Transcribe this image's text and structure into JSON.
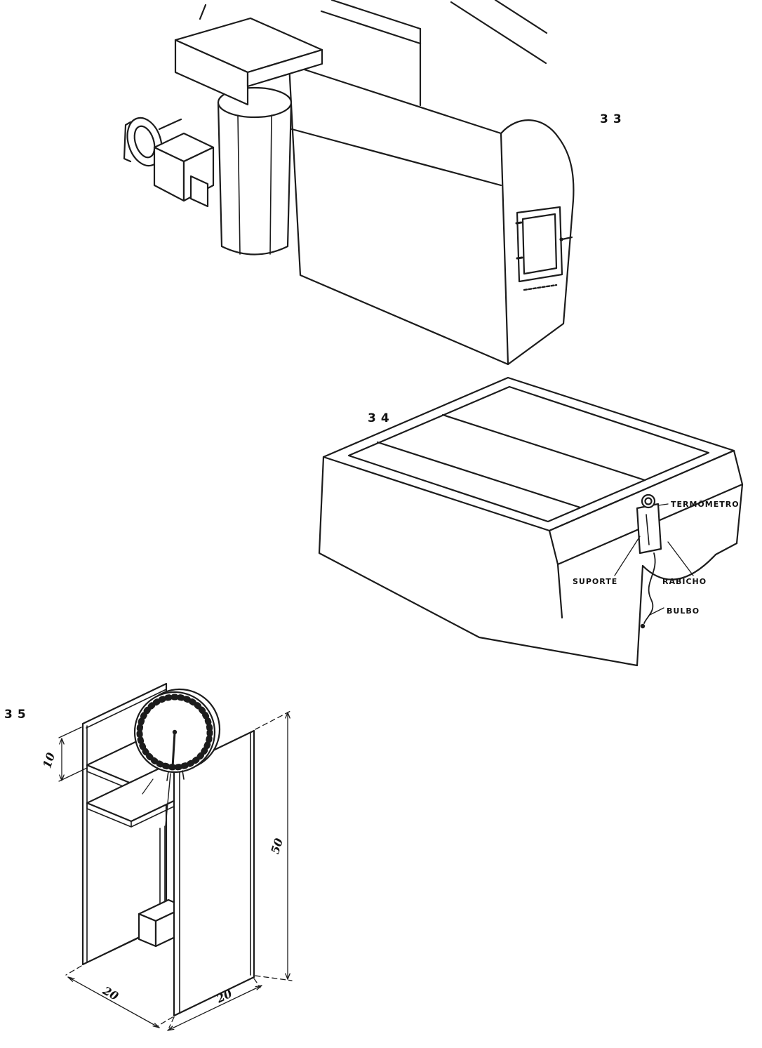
{
  "colors": {
    "ink": "#1c1c1c",
    "paper": "#ffffff"
  },
  "figure33": {
    "number": "33"
  },
  "figure34": {
    "number": "34",
    "label_termometro": "TERMÔMETRO",
    "label_suporte": "SUPORTE",
    "label_rabicho": "RABICHO",
    "label_bulbo": "BULBO"
  },
  "figure35": {
    "number": "35",
    "dim_top": "10",
    "dim_height": "50",
    "dim_depth": "20",
    "dim_width": "20"
  }
}
